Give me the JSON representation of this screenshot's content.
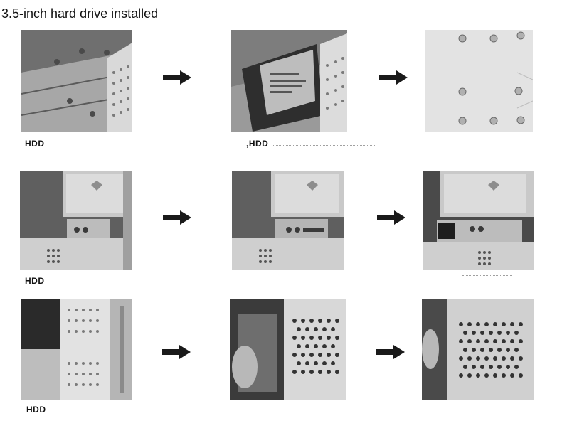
{
  "page": {
    "title": "3.5-inch hard drive installed"
  },
  "rows": [
    {
      "label": "HDD",
      "label_mid": ",HDD"
    },
    {
      "label": "HDD"
    },
    {
      "label": "HDD"
    }
  ],
  "colors": {
    "arrow": "#1a1a1a",
    "metal_light": "#d8d8d8",
    "metal_dark": "#3a3a3a"
  },
  "icons": {
    "step_arrow": "right-arrow-icon"
  }
}
